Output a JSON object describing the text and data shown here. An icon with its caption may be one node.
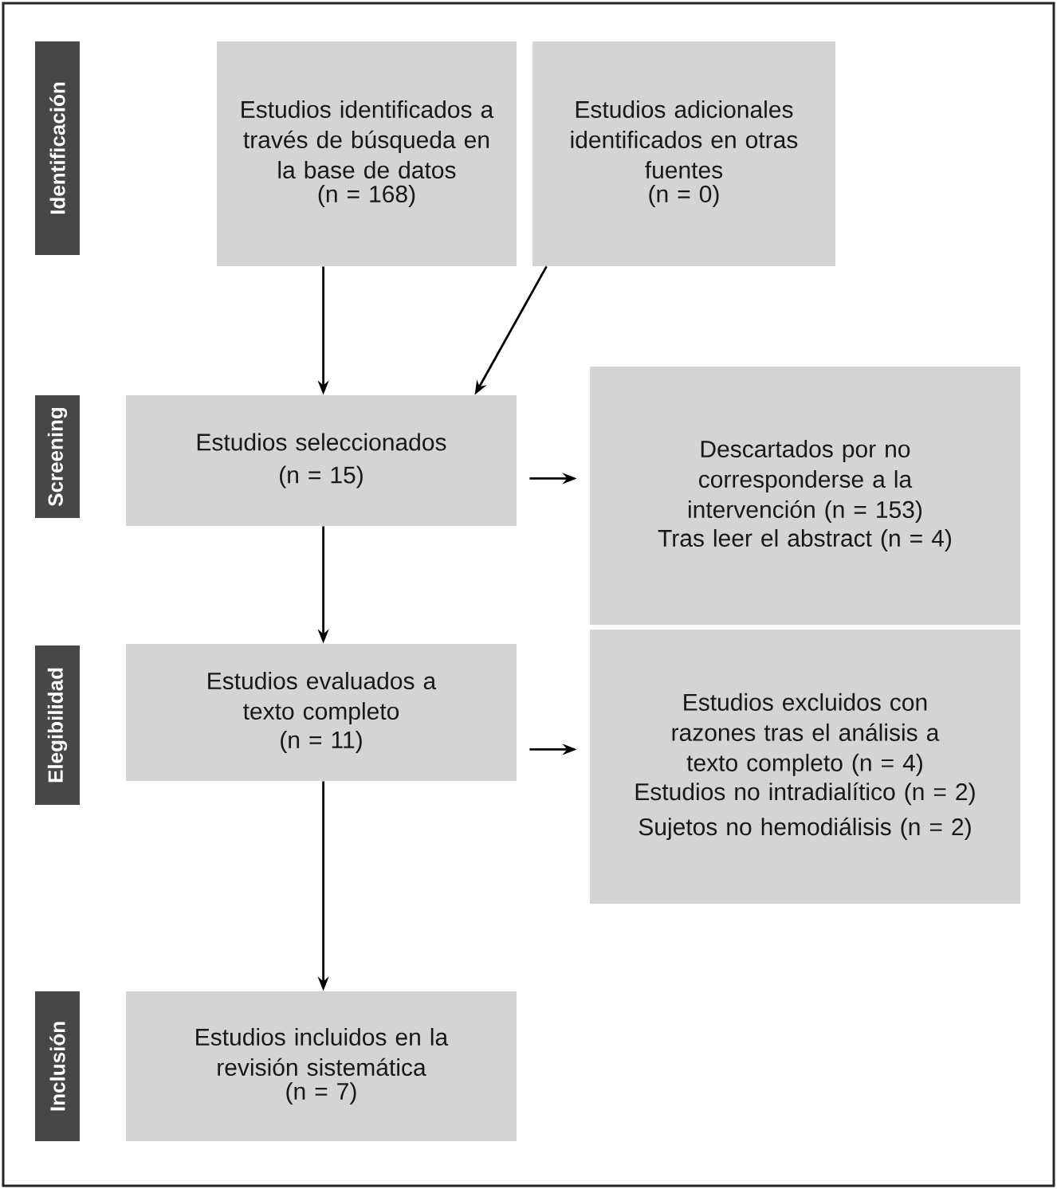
{
  "diagram": {
    "nodes": [
      {
        "text": [
          "Identificación"
        ]
      },
      {
        "text": [
          "Estudios identificados a través de búsqueda en la base de datos",
          "(n = 168)"
        ]
      },
      {
        "text": [
          "Estudios adicionales identificados en otras fuentes",
          "(n = 0)"
        ]
      },
      {
        "text": [
          "Screening"
        ]
      },
      {
        "text": [
          "Estudios seleccionados",
          "(n = 15)"
        ]
      },
      {
        "text": [
          "Descartados por no corresponderse a la intervención (n = 153)",
          "Tras leer el abstract (n = 4)"
        ]
      },
      {
        "text": [
          "Elegibilidad"
        ]
      },
      {
        "text": [
          "Estudios evaluados a texto completo",
          "(n = 11)"
        ]
      },
      {
        "text": [
          "Estudios excluidos con razones tras el análisis a texto completo (n = 4)",
          "Estudios no intradialítico (n = 2)",
          "Sujetos no hemodiálisis (n = 2)"
        ]
      },
      {
        "text": [
          "Inclusión"
        ]
      },
      {
        "text": [
          "Estudios incluidos en la revisión sistemática",
          "(n = 7)"
        ]
      }
    ],
    "edges": [
      {
        "from": 1,
        "to": 4,
        "arrow": "to"
      },
      {
        "from": 2,
        "to": 4,
        "arrow": "to"
      },
      {
        "from": 4,
        "to": 5,
        "arrow": "to"
      },
      {
        "from": 4,
        "to": 7,
        "arrow": "to"
      },
      {
        "from": 7,
        "to": 8,
        "arrow": "to"
      },
      {
        "from": 7,
        "to": 10,
        "arrow": "to"
      }
    ]
  }
}
